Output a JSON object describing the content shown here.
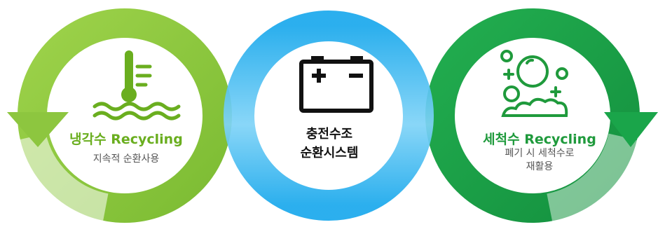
{
  "colors": {
    "left_green": "#8dc63f",
    "left_green_dark": "#6aae1f",
    "mid_blue": "#2fb4ee",
    "right_green": "#1aa54a",
    "right_green_dark": "#1f9a3c"
  },
  "left": {
    "title": "냉각수 Recycling",
    "subtitle": "지속적 순환사용",
    "icon": "thermometer-water-icon"
  },
  "center": {
    "title_line1": "충전수조",
    "title_line2": "순환시스템",
    "icon": "battery-icon"
  },
  "right": {
    "title": "세척수 Recycling",
    "subtitle_line1": "폐기 시 세척수로",
    "subtitle_line2": "재활용",
    "icon": "bubbles-icon"
  }
}
